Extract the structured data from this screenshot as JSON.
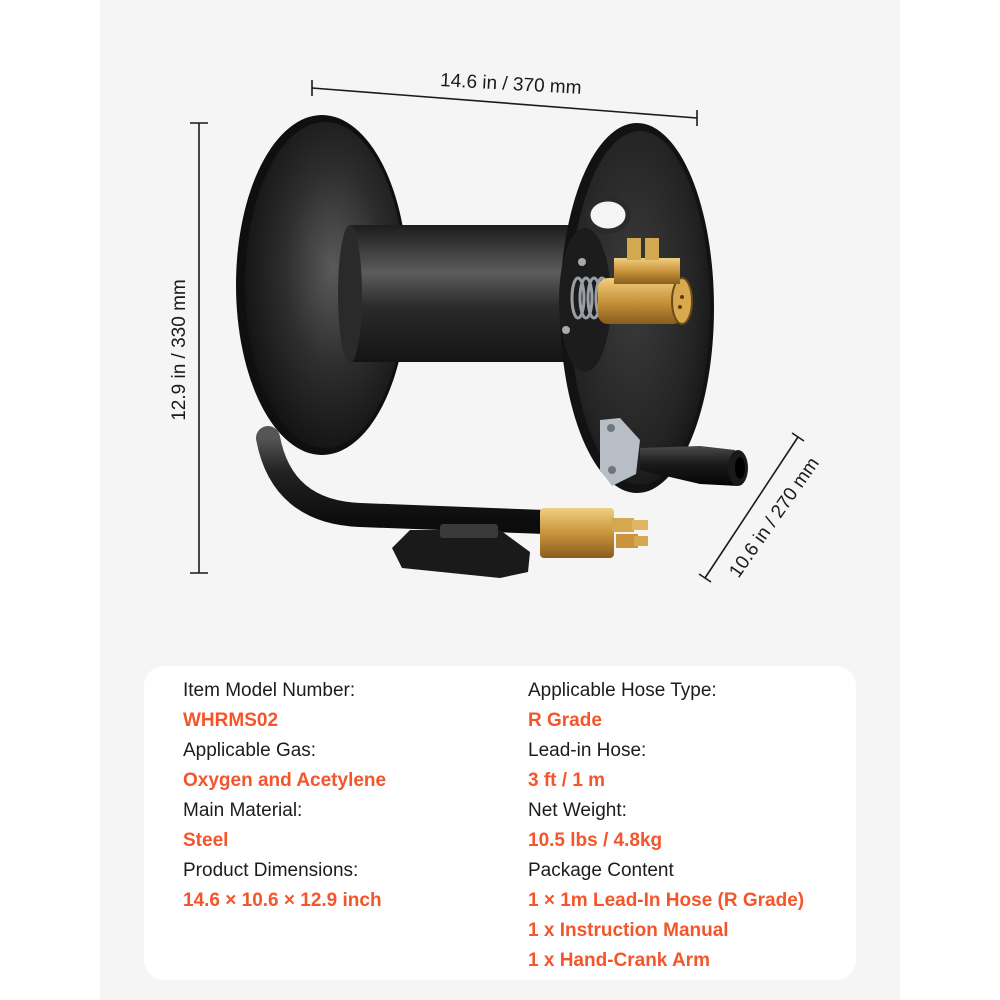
{
  "dimensions": {
    "width": "14.6 in / 370 mm",
    "height": "12.9 in / 330 mm",
    "depth": "10.6 in / 270 mm"
  },
  "product": {
    "image_alt": "Black steel hose reel with brass swivel and hand crank"
  },
  "specs": {
    "left": [
      {
        "label": "Item Model Number:",
        "value": "WHRMS02"
      },
      {
        "label": "Applicable Gas:",
        "value": "Oxygen and Acetylene"
      },
      {
        "label": "Main Material:",
        "value": "Steel"
      },
      {
        "label": "Product Dimensions:",
        "value": "14.6 × 10.6 × 12.9 inch"
      }
    ],
    "right": [
      {
        "label": "Applicable Hose Type:",
        "value": "R Grade"
      },
      {
        "label": "Lead-in Hose:",
        "value": "3 ft / 1 m"
      },
      {
        "label": "Net Weight:",
        "value": "10.5 lbs / 4.8kg"
      },
      {
        "label": "Package Content",
        "value": "1 × 1m Lead-In Hose (R Grade)"
      }
    ],
    "package_extra": [
      "1 x Instruction Manual",
      "1 x Hand-Crank Arm"
    ]
  },
  "colors": {
    "accent": "#f4552b",
    "panel": "#f5f5f5",
    "card": "#ffffff",
    "text": "#1c1c1c"
  }
}
